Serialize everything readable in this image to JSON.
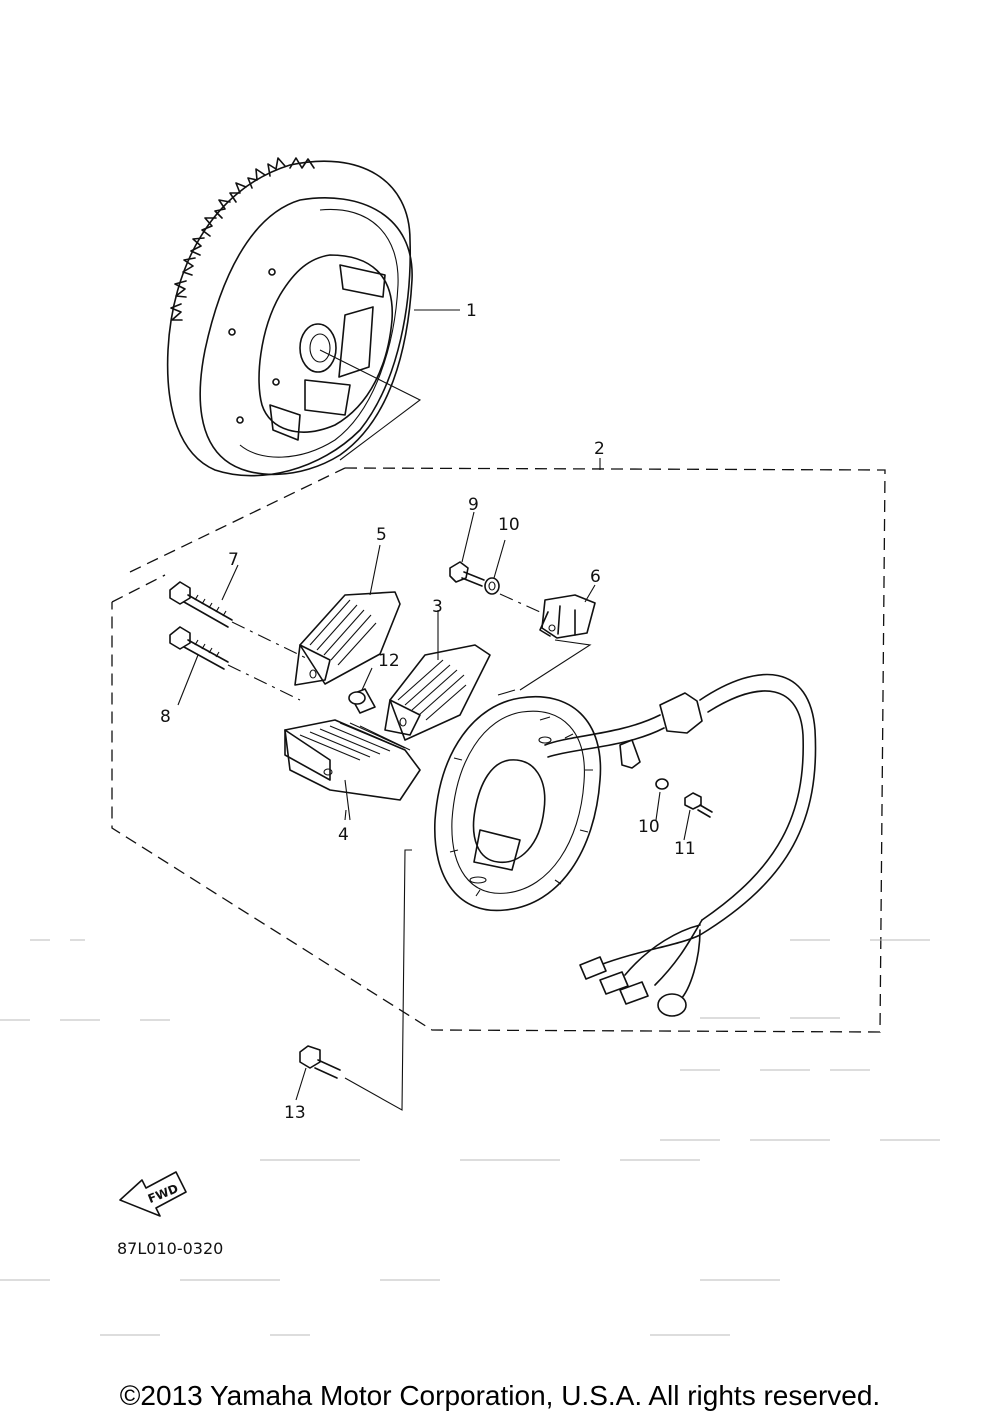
{
  "callouts": {
    "c1": "1",
    "c2": "2",
    "c3": "3",
    "c4": "4",
    "c5": "5",
    "c6": "6",
    "c7": "7",
    "c8": "8",
    "c9": "9",
    "c10a": "10",
    "c10b": "10",
    "c11": "11",
    "c12": "12",
    "c13": "13"
  },
  "fwd_label": "FWD",
  "diagram_code": "87L010-0320",
  "copyright": "©2013 Yamaha Motor Corporation, U.S.A. All rights reserved."
}
